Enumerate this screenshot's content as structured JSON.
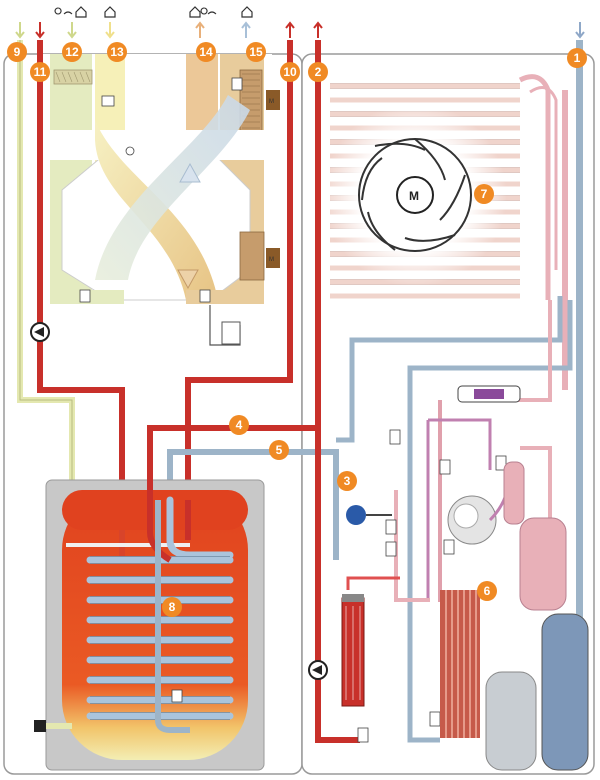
{
  "badges": [
    {
      "id": "1",
      "label": "1"
    },
    {
      "id": "2",
      "label": "2"
    },
    {
      "id": "3",
      "label": "3"
    },
    {
      "id": "4",
      "label": "4"
    },
    {
      "id": "5",
      "label": "5"
    },
    {
      "id": "6",
      "label": "6"
    },
    {
      "id": "7",
      "label": "7"
    },
    {
      "id": "8",
      "label": "8"
    },
    {
      "id": "9",
      "label": "9"
    },
    {
      "id": "10",
      "label": "10"
    },
    {
      "id": "11",
      "label": "11"
    },
    {
      "id": "12",
      "label": "12"
    },
    {
      "id": "13",
      "label": "13"
    },
    {
      "id": "14",
      "label": "14"
    },
    {
      "id": "15",
      "label": "15"
    }
  ],
  "motor_label": "M",
  "colors": {
    "badge": "#f08a24",
    "hot_pipe": "#c8302a",
    "cold_pipe": "#9db4c8",
    "warm_pipe": "#e8b0b8",
    "supply_air": "#f2e9a8",
    "exhaust_air": "#e8c89a",
    "tank_hot": "#e0421f",
    "tank_cold": "#f3eeb4",
    "coil": "#aac4dc",
    "panel_border": "#9a9a9a",
    "grey_box": "#c8c8c8"
  }
}
